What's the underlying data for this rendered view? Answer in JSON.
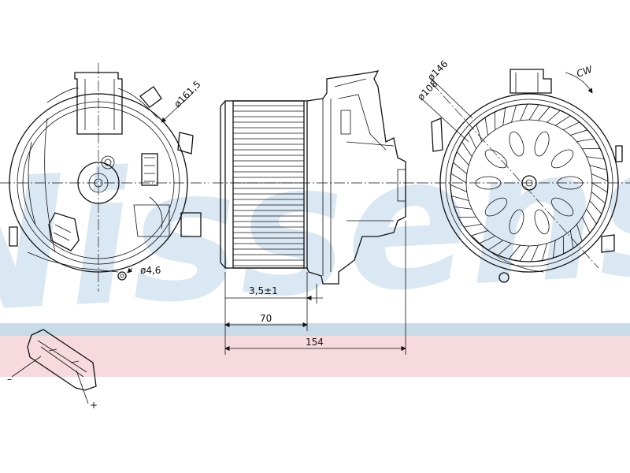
{
  "watermark": {
    "text": "Nissens",
    "color": "#b9d3e6"
  },
  "bands": {
    "top_color": "#bcd2e2",
    "bottom_color": "#f3cdd3"
  },
  "dimensions": {
    "outer_diameter": "ø161,5",
    "hole_diameter": "ø4,6",
    "rotor_outer_diameter": "ø146",
    "rotor_inner_diameter": "ø108",
    "rotation_label": "CW",
    "offset": "3,5±1",
    "rotor_width": "70",
    "total_width": "154"
  },
  "connector": {
    "minus_label": "–",
    "plus_label": "+"
  }
}
